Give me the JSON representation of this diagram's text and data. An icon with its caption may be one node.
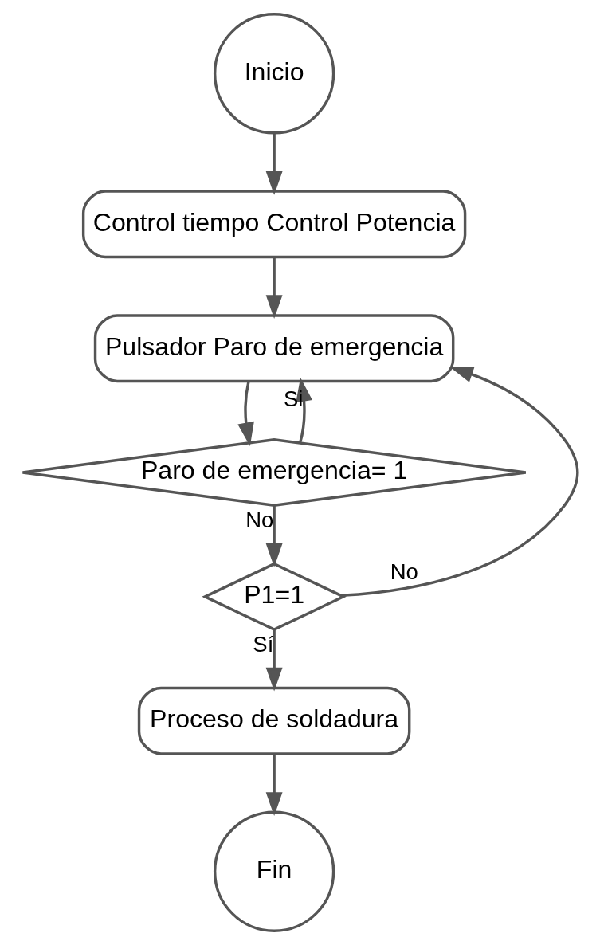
{
  "diagram": {
    "nodes": [
      {
        "text": [
          "Inicio"
        ]
      },
      {
        "text": [
          "Control tiempo Control Potencia"
        ]
      },
      {
        "text": [
          "Pulsador Paro de emergencia"
        ]
      },
      {
        "text": [
          "Paro de emergencia= 1"
        ]
      },
      {
        "text": [
          "P1=1"
        ]
      },
      {
        "text": [
          "Proceso de soldadura"
        ]
      },
      {
        "text": [
          "Fin"
        ]
      }
    ],
    "edges": [
      {
        "from": 0,
        "to": 1,
        "arrow": "to"
      },
      {
        "from": 1,
        "to": 2,
        "arrow": "to"
      },
      {
        "from": 2,
        "to": 3,
        "arrow": "to"
      },
      {
        "from": 3,
        "to": 2,
        "arrow": "to",
        "label": "Si"
      },
      {
        "from": 3,
        "to": 4,
        "arrow": "to",
        "label": "No"
      },
      {
        "from": 4,
        "to": 2,
        "arrow": "to",
        "label": "No"
      },
      {
        "from": 4,
        "to": 5,
        "arrow": "to",
        "label": "Sí"
      },
      {
        "from": 5,
        "to": 6,
        "arrow": "to"
      }
    ]
  }
}
